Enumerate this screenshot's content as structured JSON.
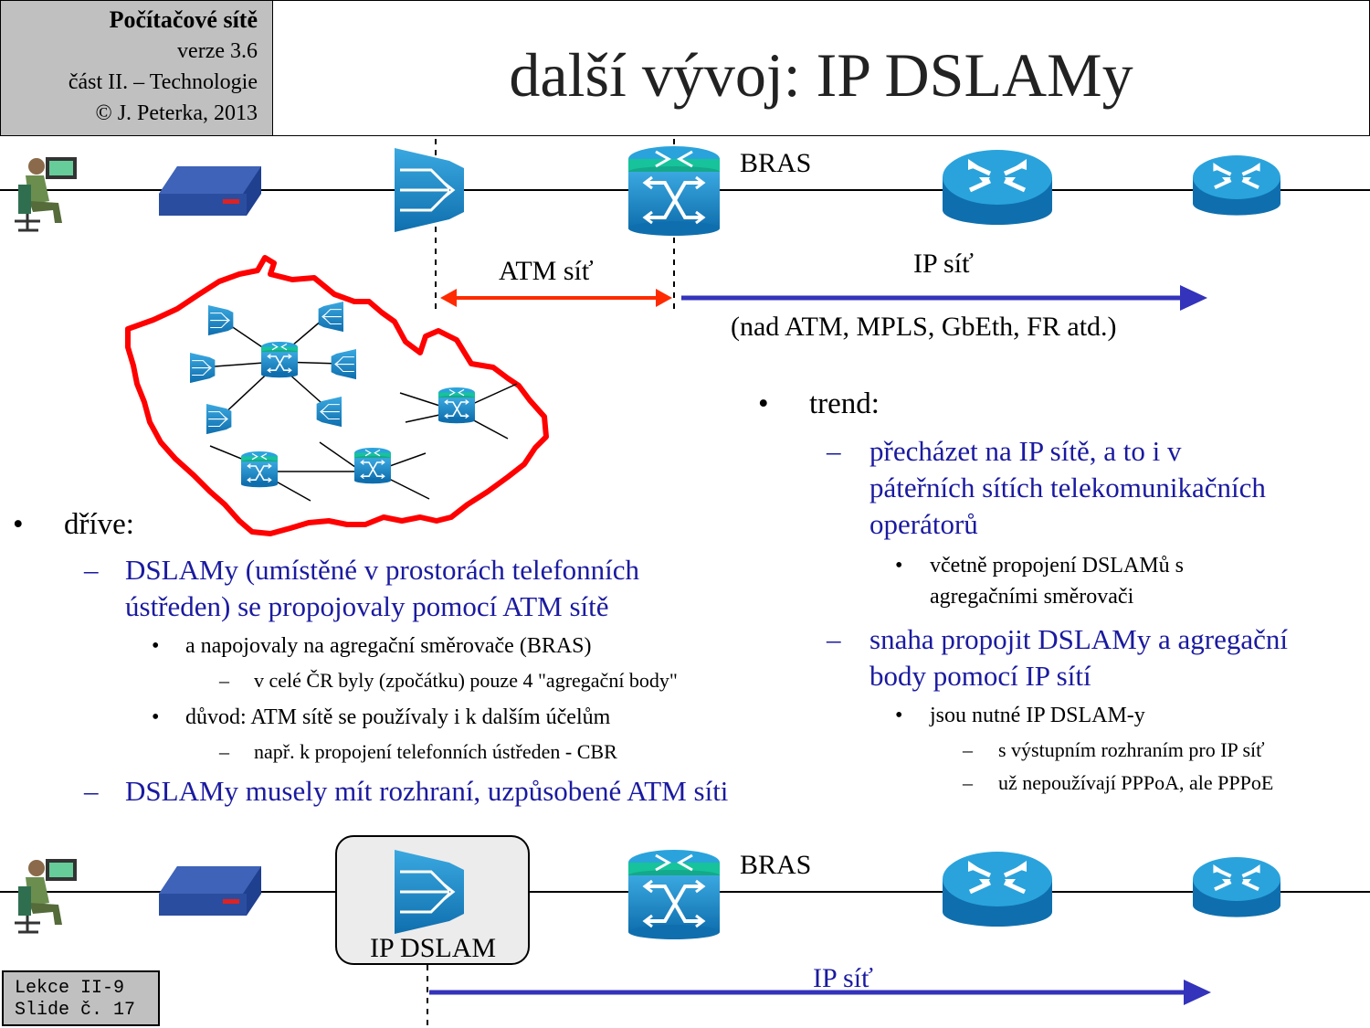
{
  "header": {
    "course": "Počítačové sítě",
    "version": "verze 3.6",
    "part": "část II. – Technologie",
    "copyright": "© J. Peterka, 2013",
    "title": "další vývoj: IP DSLAMy"
  },
  "top_diagram": {
    "bras_label": "BRAS",
    "atm_label": "ATM síť",
    "ip_label": "IP síť",
    "ip_note": "(nad ATM, MPLS, GbEth, FR atd.)"
  },
  "left_list": {
    "heading": "dříve:",
    "item1_line1": "DSLAMy (umístěné v prostorách telefonních",
    "item1_line2": "ústředen) se propojovaly pomocí ATM sítě",
    "sub1": "a napojovaly na agregační směrovače (BRAS)",
    "sub1_detail": "v celé ČR byly (zpočátku) pouze 4 \"agregační body\"",
    "sub2": "důvod: ATM sítě se používaly i k dalším účelům",
    "sub2_detail": "např. k propojení telefonních ústředen - CBR",
    "item2": "DSLAMy musely mít rozhraní, uzpůsobené ATM síti"
  },
  "right_list": {
    "heading": "trend:",
    "item1_line1": "přecházet na IP sítě, a to i v",
    "item1_line2": "páteřních sítích telekomunikačních",
    "item1_line3": "operátorů",
    "sub1_line1": "včetně propojení DSLAMů s",
    "sub1_line2": "agregačními směrovači",
    "item2_line1": "snaha propojit DSLAMy a agregační",
    "item2_line2": "body pomocí IP sítí",
    "sub2": "jsou nutné IP DSLAM-y",
    "sub2_detail1": "s výstupním rozhraním pro IP síť",
    "sub2_detail2": "už nepoužívají PPPoA, ale PPPoE"
  },
  "bottom_diagram": {
    "bras_label": "BRAS",
    "ipdslam_label": "IP DSLAM",
    "ip_label": "IP síť"
  },
  "footer": {
    "line1": "Lekce II-9",
    "line2": "Slide č. 17"
  },
  "colors": {
    "atm_arrow": "#ff2a00",
    "ip_arrow": "#3333bb",
    "device_blue": "#1a8ccf",
    "map_border": "#ff0000"
  }
}
